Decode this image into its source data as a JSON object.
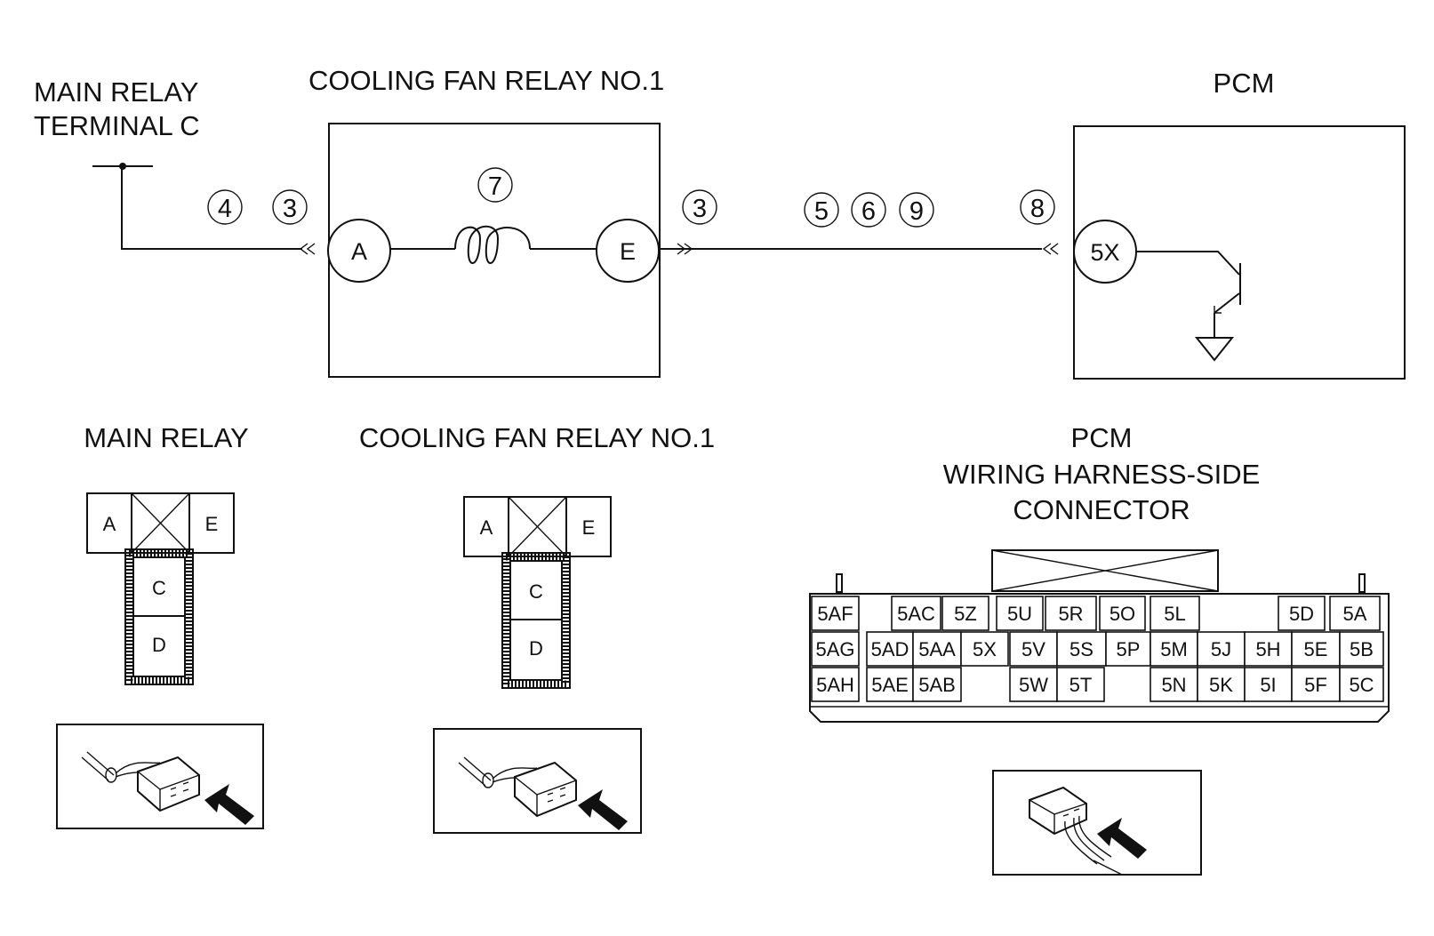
{
  "labels": {
    "main_relay_terminal_c_line1": "MAIN RELAY",
    "main_relay_terminal_c_line2": "TERMINAL C",
    "cooling_fan_relay_top": "COOLING FAN RELAY NO.1",
    "pcm_top": "PCM",
    "main_relay_bottom": "MAIN RELAY",
    "cooling_fan_relay_bottom": "COOLING FAN RELAY NO.1",
    "pcm_connector_line1": "PCM",
    "pcm_connector_line2": "WIRING HARNESS-SIDE",
    "pcm_connector_line3": "CONNECTOR"
  },
  "circuit": {
    "relay_terminal_a": "A",
    "relay_terminal_e": "E",
    "pcm_terminal": "5X",
    "step_markers": {
      "left_4": "4",
      "left_3": "3",
      "coil_7": "7",
      "right_3": "3",
      "wire_5": "5",
      "wire_6": "6",
      "wire_9": "9",
      "pcm_8": "8"
    }
  },
  "main_relay_connector": {
    "pin_a": "A",
    "pin_e": "E",
    "pin_c": "C",
    "pin_d": "D"
  },
  "cooling_fan_relay_connector": {
    "pin_a": "A",
    "pin_e": "E",
    "pin_c": "C",
    "pin_d": "D"
  },
  "pcm_connector": {
    "row1": [
      "5AF",
      "5AC",
      "5Z",
      "5U",
      "5R",
      "5O",
      "5L",
      "5D",
      "5A"
    ],
    "row2": [
      "5AG",
      "5AD",
      "5AA",
      "5X",
      "5V",
      "5S",
      "5P",
      "5M",
      "5J",
      "5H",
      "5E",
      "5B"
    ],
    "row3": [
      "5AH",
      "5AE",
      "5AB",
      "5W",
      "5T",
      "5N",
      "5K",
      "5I",
      "5F",
      "5C"
    ]
  }
}
